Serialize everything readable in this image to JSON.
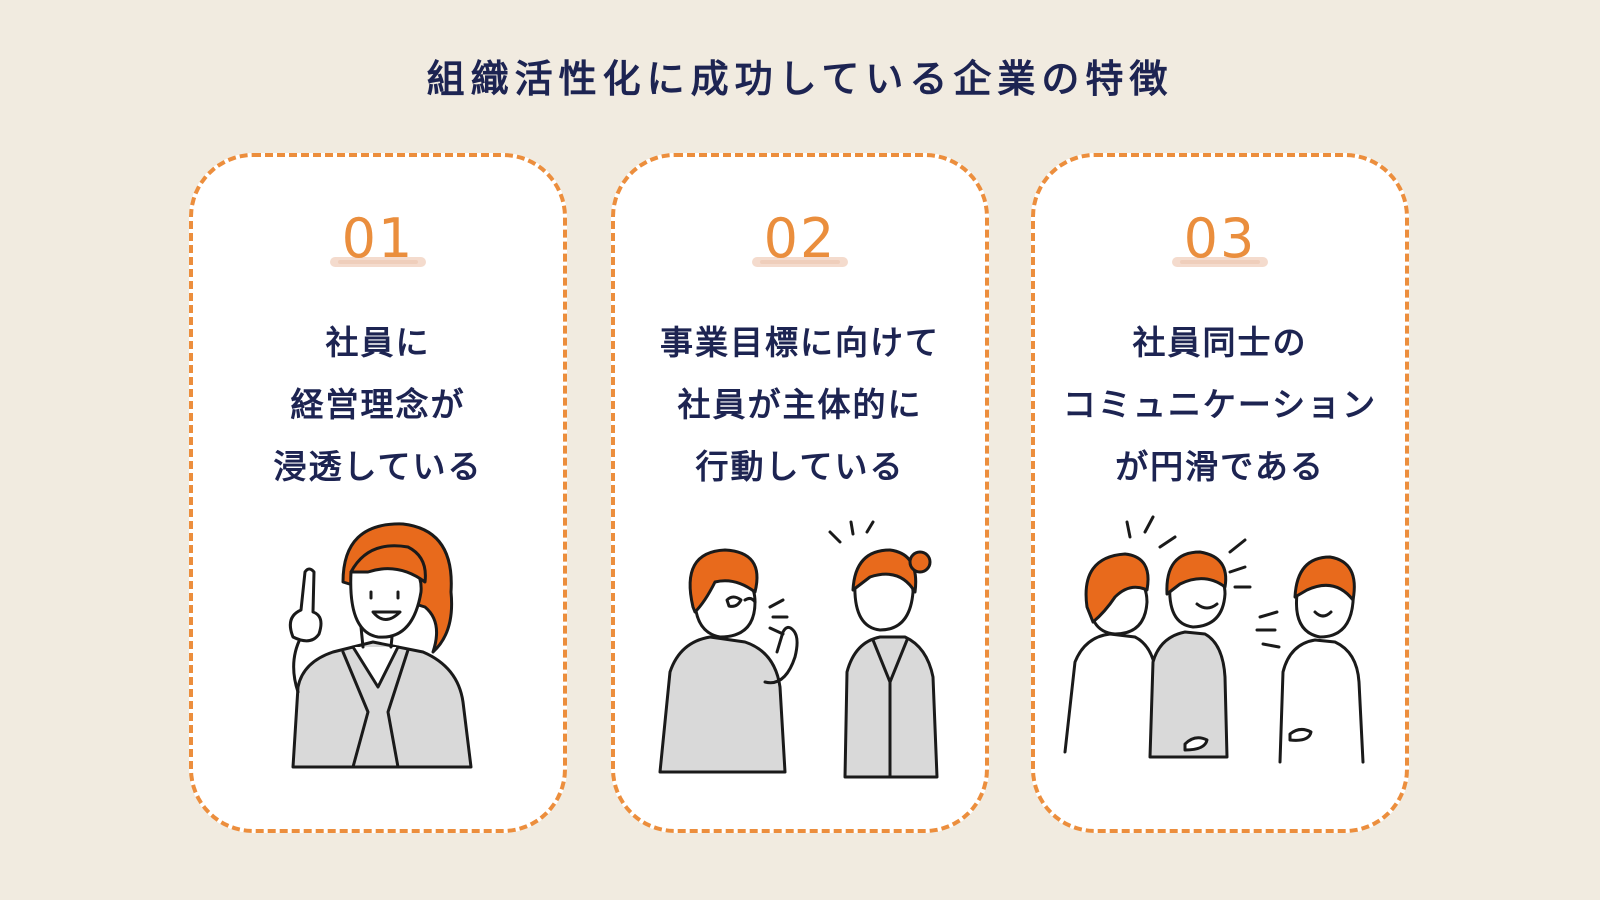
{
  "title": "組織活性化に成功している企業の特徴",
  "cards": [
    {
      "number": "01",
      "lines": [
        "社員に",
        "経営理念が",
        "浸透している"
      ],
      "illustration_icon": "woman-pointing-icon"
    },
    {
      "number": "02",
      "lines": [
        "事業目標に向けて",
        "社員が主体的に",
        "行動している"
      ],
      "illustration_icon": "two-coworkers-talking-icon"
    },
    {
      "number": "03",
      "lines": [
        "社員同士の",
        "コミュニケーション",
        "が円滑である"
      ],
      "illustration_icon": "three-people-chatting-icon"
    }
  ],
  "colors": {
    "background": "#f1ebe0",
    "accent": "#ec8e3d",
    "hair": "#e86a1c",
    "title_text": "#1d2452",
    "clothing": "#d8d8d8"
  }
}
